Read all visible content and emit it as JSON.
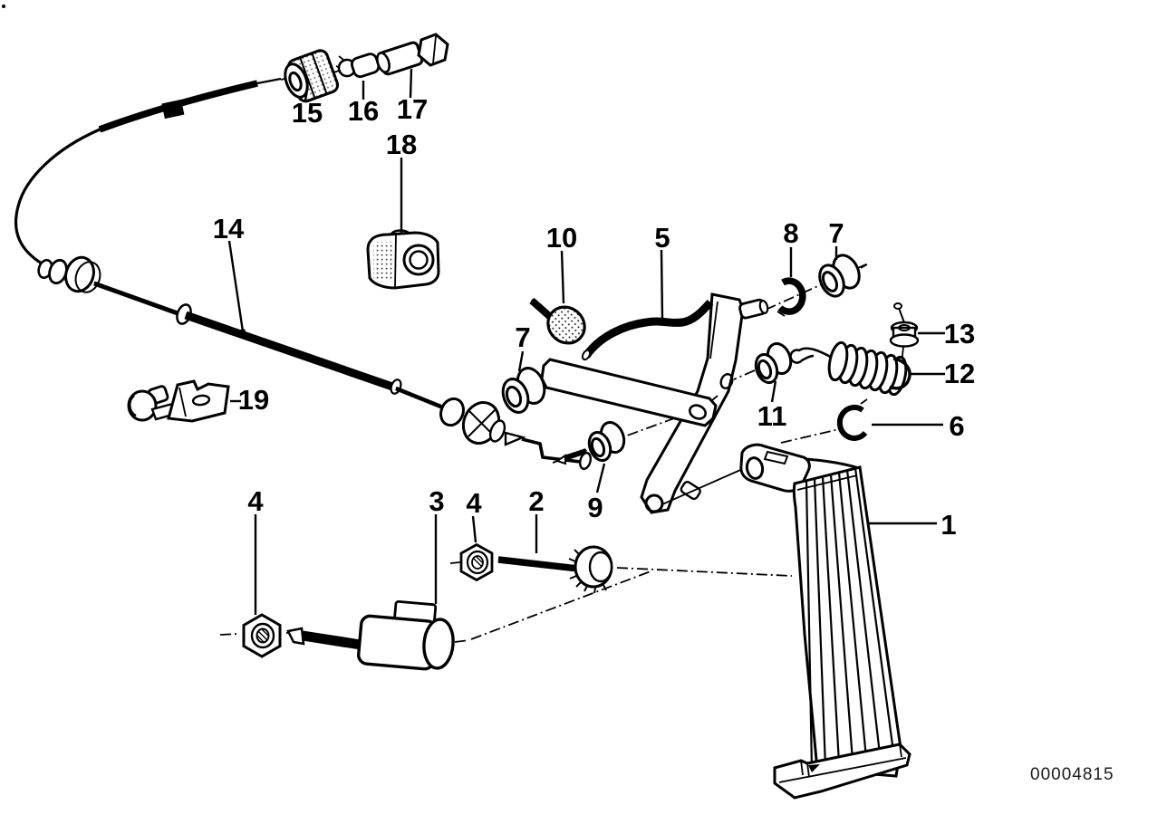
{
  "figure": {
    "drawing_number": "00004815",
    "background_color": "#ffffff",
    "line_color": "#000000"
  },
  "callouts": [
    {
      "text": "1"
    },
    {
      "text": "2"
    },
    {
      "text": "3"
    },
    {
      "text": "4"
    },
    {
      "text": "4"
    },
    {
      "text": "5"
    },
    {
      "text": "6"
    },
    {
      "text": "7"
    },
    {
      "text": "7"
    },
    {
      "text": "8"
    },
    {
      "text": "9"
    },
    {
      "text": "10"
    },
    {
      "text": "11"
    },
    {
      "text": "12"
    },
    {
      "text": "13"
    },
    {
      "text": "14"
    },
    {
      "text": "15"
    },
    {
      "text": "16"
    },
    {
      "text": "17"
    },
    {
      "text": "18"
    },
    {
      "text": "19"
    }
  ]
}
